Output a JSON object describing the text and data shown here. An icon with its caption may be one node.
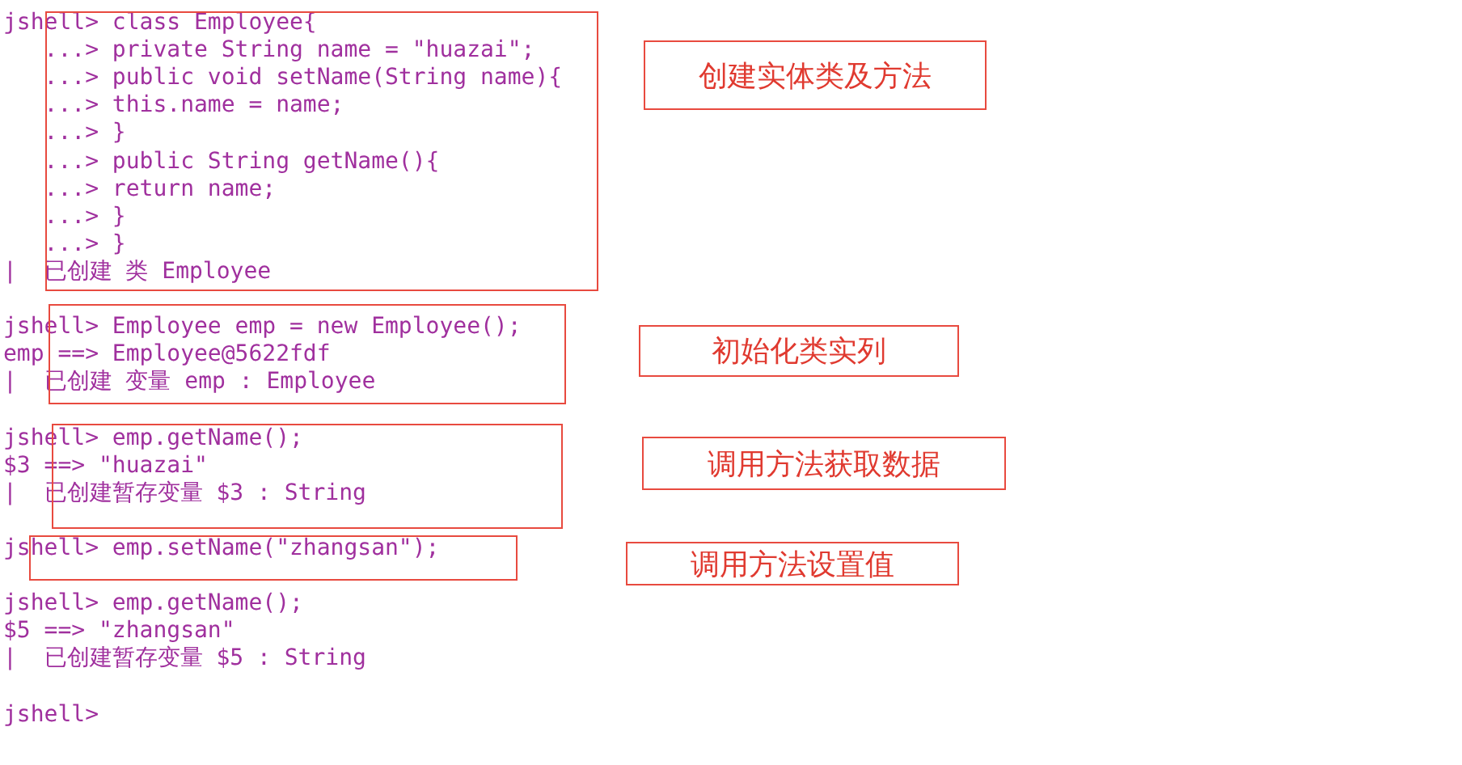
{
  "diagram": {
    "nodes": [
      {
        "text": [],
        "shape": "box"
      },
      {
        "text": [],
        "shape": "box"
      },
      {
        "text": [],
        "shape": "box"
      },
      {
        "text": [],
        "shape": "box"
      },
      {
        "text": [
          "创建实体类及方法"
        ]
      },
      {
        "text": [
          "初始化类实列"
        ]
      },
      {
        "text": [
          "调用方法获取数据"
        ]
      },
      {
        "text": [
          "调用方法设置值"
        ]
      }
    ],
    "edges": [],
    "labels": [
      "jshell> class Employee{",
      "   ...> private String name = \"huazai\";",
      "   ...> public void setName(String name){",
      "   ...> this.name = name;",
      "   ...> }",
      "   ...> public String getName(){",
      "   ...> return name;",
      "   ...> }",
      "   ...> }",
      "|  已创建 类 Employee",
      "jshell> Employee emp = new Employee();",
      "emp ==> Employee@5622fdf",
      "|  已创建 变量 emp : Employee",
      "jshell> emp.getName();",
      "$3 ==> \"huazai\"",
      "|  已创建暂存变量 $3 : String",
      "jshell> emp.setName(\"zhangsan\");",
      "jshell> emp.getName();",
      "$5 ==> \"zhangsan\"",
      "|  已创建暂存变量 $5 : String",
      "jshell>"
    ]
  }
}
